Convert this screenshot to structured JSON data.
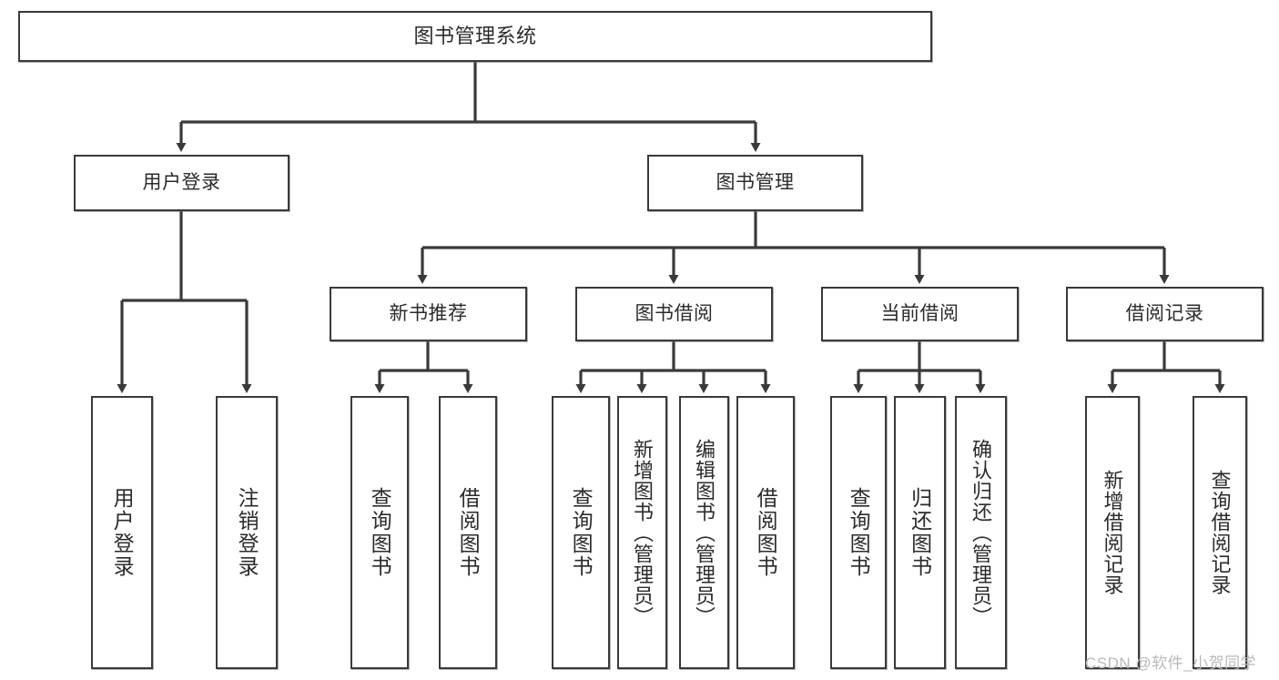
{
  "diagram": {
    "type": "tree-hierarchy",
    "title": "图书管理系统",
    "root": {
      "id": "root",
      "label": "图书管理系统"
    },
    "level1": [
      {
        "id": "user-login",
        "label": "用户登录"
      },
      {
        "id": "book-management",
        "label": "图书管理"
      }
    ],
    "level2": [
      {
        "id": "new-book-recommend",
        "label": "新书推荐",
        "parent": "book-management"
      },
      {
        "id": "book-borrow",
        "label": "图书借阅",
        "parent": "book-management"
      },
      {
        "id": "current-borrow",
        "label": "当前借阅",
        "parent": "book-management"
      },
      {
        "id": "borrow-record",
        "label": "借阅记录",
        "parent": "book-management"
      }
    ],
    "leaves": [
      {
        "id": "leaf-user-login",
        "label": "用户登录",
        "parent": "user-login"
      },
      {
        "id": "leaf-logout-login",
        "label": "注销登录",
        "parent": "user-login"
      },
      {
        "id": "leaf-query-book-1",
        "label": "查询图书",
        "parent": "new-book-recommend"
      },
      {
        "id": "leaf-borrow-book-1",
        "label": "借阅图书",
        "parent": "new-book-recommend"
      },
      {
        "id": "leaf-query-book-2",
        "label": "查询图书",
        "parent": "book-borrow"
      },
      {
        "id": "leaf-add-book",
        "label": "新增图书（管理员）",
        "parent": "book-borrow"
      },
      {
        "id": "leaf-edit-book",
        "label": "编辑图书（管理员）",
        "parent": "book-borrow"
      },
      {
        "id": "leaf-borrow-book-2",
        "label": "借阅图书",
        "parent": "book-borrow"
      },
      {
        "id": "leaf-query-book-3",
        "label": "查询图书",
        "parent": "current-borrow"
      },
      {
        "id": "leaf-return-book",
        "label": "归还图书",
        "parent": "current-borrow"
      },
      {
        "id": "leaf-confirm-return",
        "label": "确认归还（管理员）",
        "parent": "current-borrow"
      },
      {
        "id": "leaf-add-record",
        "label": "新增借阅记录",
        "parent": "borrow-record"
      },
      {
        "id": "leaf-query-record",
        "label": "查询借阅记录",
        "parent": "borrow-record"
      }
    ]
  },
  "watermark": {
    "text": "CSDN @软件_小贺同学"
  },
  "colors": {
    "node_border": "#3a3a3a",
    "node_fill": "#ffffff",
    "edge": "#3a3a3a",
    "text": "#2b2b2b",
    "watermark": "#b9b9b9",
    "background": "#ffffff"
  }
}
